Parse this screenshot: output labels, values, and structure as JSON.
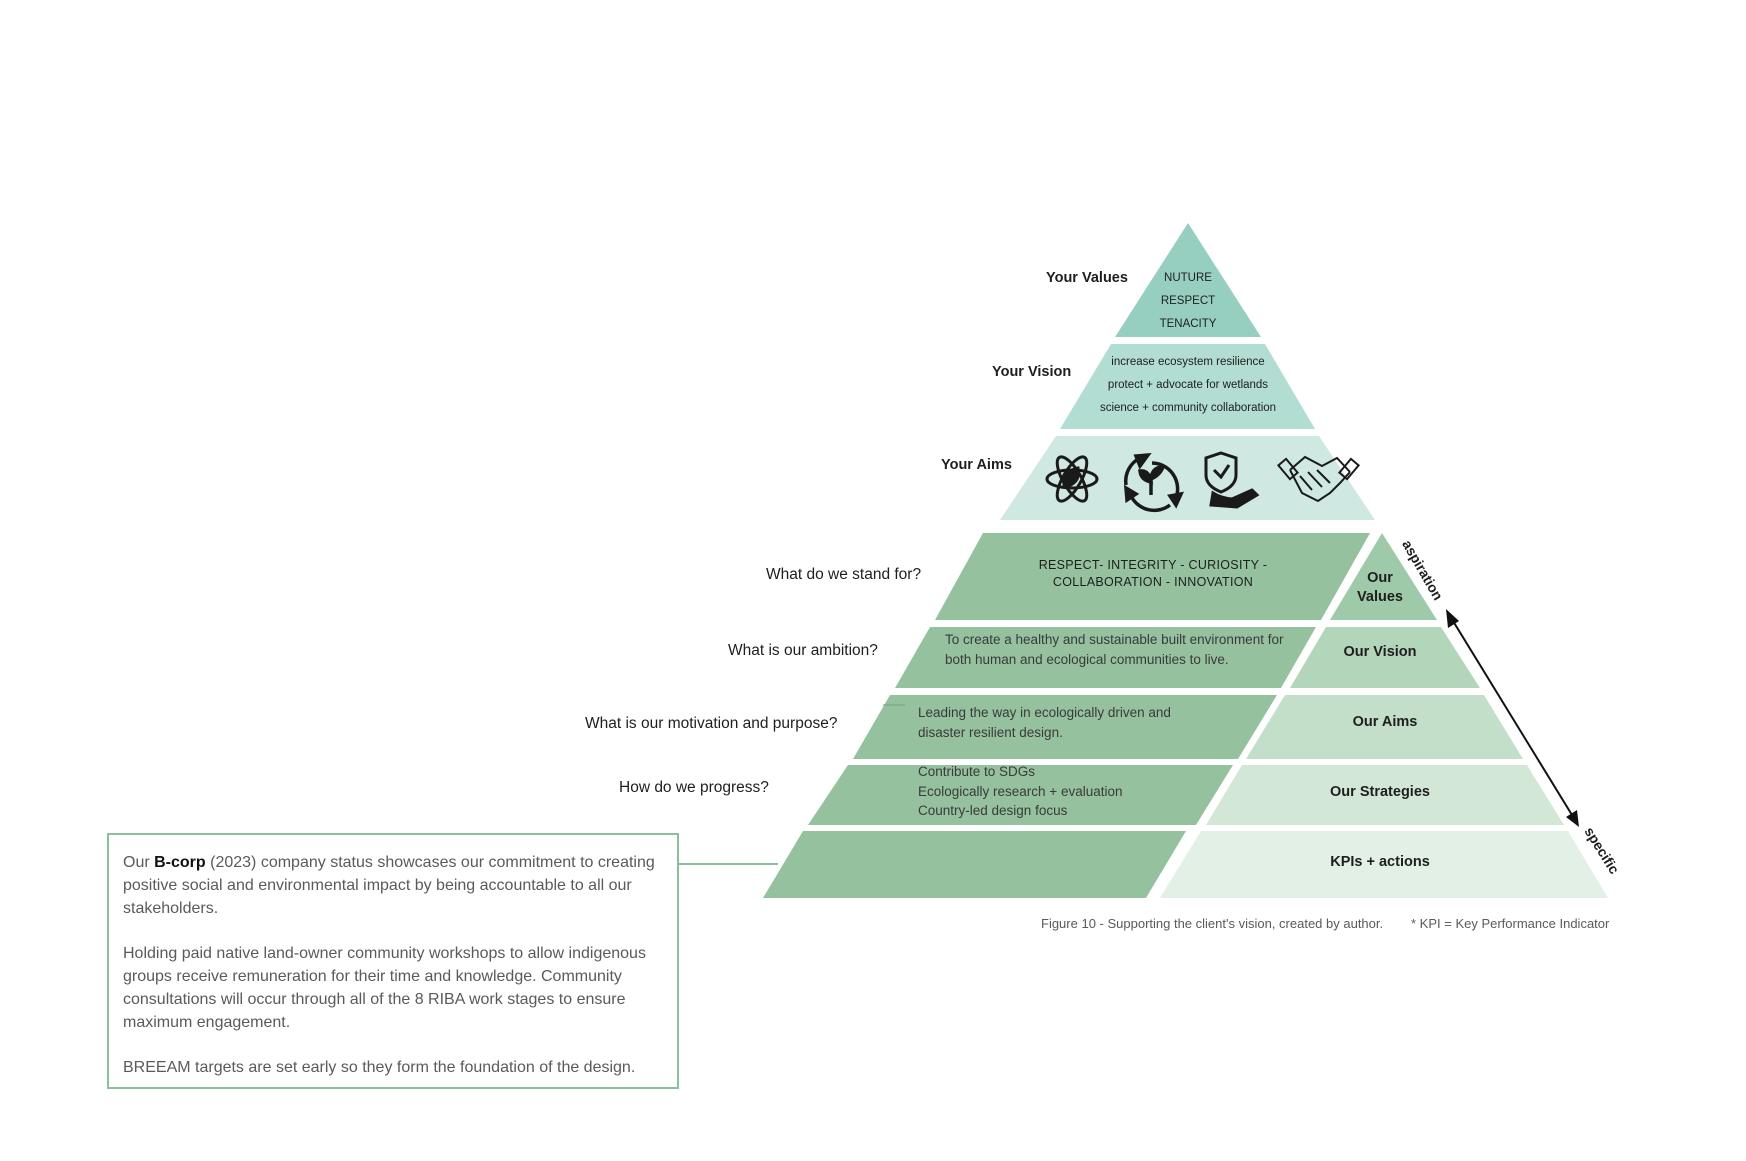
{
  "top_pyramid": {
    "values_label": "Your Values",
    "values_items": [
      "NUTURE",
      "RESPECT",
      "TENACITY"
    ],
    "vision_label": "Your Vision",
    "vision_items": [
      "increase ecosystem resilience",
      "protect + advocate for wetlands",
      "science + community collaboration"
    ],
    "aims_label": "Your Aims",
    "aims_icons": [
      "atom-leaf-icon",
      "recycle-sprout-icon",
      "shield-hand-icon",
      "handshake-icon"
    ]
  },
  "questions": {
    "stand_for": "What do we stand for?",
    "ambition": "What is our ambition?",
    "motivation": "What is our motivation and purpose?",
    "progress": "How do we progress?"
  },
  "tiers": {
    "values_text": [
      "RESPECT- INTEGRITY - CURIOSITY -",
      "COLLABORATION - INNOVATION"
    ],
    "vision_text": [
      "To create a healthy and sustainable built environment for",
      "both human and ecological communities to live."
    ],
    "aims_text": [
      "Leading the way in ecologically driven and",
      "disaster resilient design."
    ],
    "strategies_text": [
      "Contribute to SDGs",
      "Ecologically research + evaluation",
      "Country-led design focus"
    ]
  },
  "right_labels": {
    "values": [
      "Our",
      "Values"
    ],
    "vision": "Our Vision",
    "aims": "Our Aims",
    "strategies": "Our Strategies",
    "kpis": "KPIs + actions"
  },
  "arrow": {
    "top": "aspiration",
    "bottom": "specific"
  },
  "info_box": {
    "p1_pre": "Our ",
    "p1_bold": "B-corp",
    "p1_post": " (2023) company status showcases our commitment to creating positive social and environmental impact by being accountable to all our stakeholders.",
    "p2": "Holding paid native land-owner community workshops to allow indigenous groups receive remuneration for their time and knowledge. Community consultations will occur through all  of the 8 RIBA work stages to ensure maximum engagement.",
    "p3": "BREEAM targets are set early so they form the foundation of the design."
  },
  "caption": "Figure 10 - Supporting the client's vision, created by author.",
  "footnote": "* KPI = Key Performance Indicator",
  "colors": {
    "top_tier": "#96cfc0",
    "mid_tier": "#b2ddd3",
    "aims_tier": "#cfe8e1",
    "left_tier": "#95c19f",
    "right_values": "#9fcaa9",
    "right_vision": "#b3d6bb",
    "right_aims": "#c3dfc9",
    "right_strategies": "#d3e7d6",
    "right_kpis": "#e3f0e5",
    "box_border": "#8dbf9c"
  }
}
